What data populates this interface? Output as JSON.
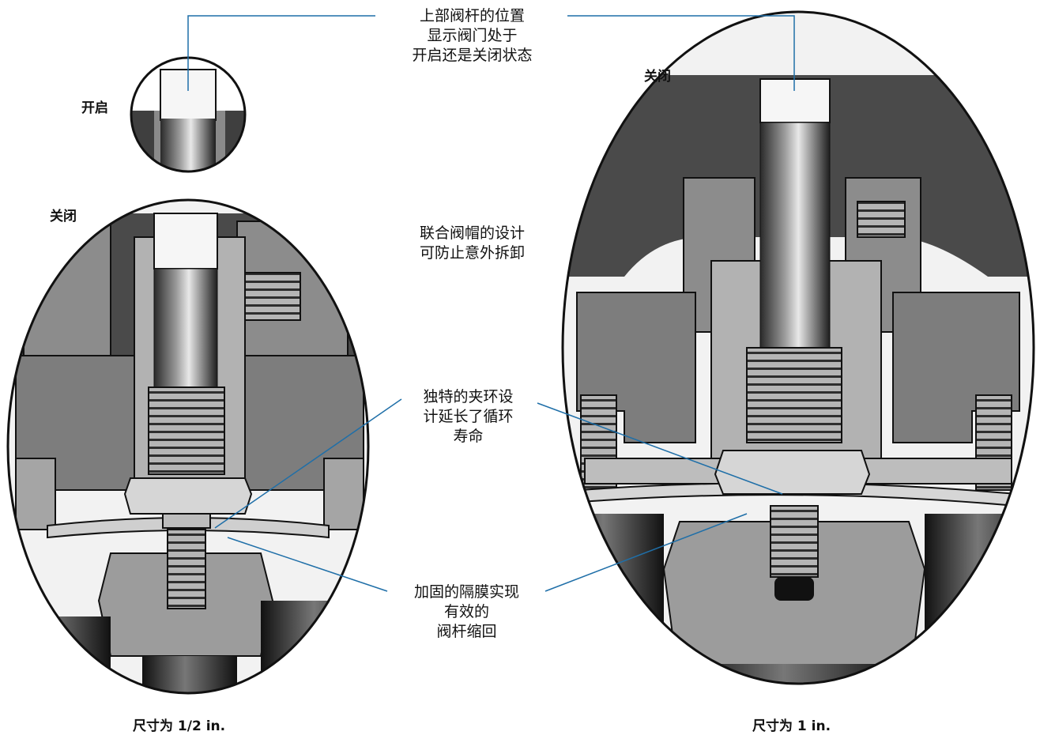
{
  "labels": {
    "small_open": "开启",
    "left_closed": "关闭",
    "right_closed": "关闭",
    "caption_left": "尺寸为 1/2 in.",
    "caption_right": "尺寸为 1 in."
  },
  "callouts": {
    "stem_position": [
      "上部阀杆的位置",
      "显示阀门处于",
      "开启还是关闭状态"
    ],
    "bonnet": [
      "联合阀帽的设计",
      "可防止意外拆卸"
    ],
    "collar": [
      "独特的夹环设",
      "计延长了循环",
      "寿命"
    ],
    "diaphragm": [
      "加固的隔膜实现",
      "有效的",
      "阀杆缩回"
    ]
  },
  "colors": {
    "leader": "#1f6fa8",
    "body_dark": "#3a3a3a",
    "body_mid": "#6e6e6e",
    "metal_light": "#d8d8d8",
    "outline": "#111111"
  }
}
